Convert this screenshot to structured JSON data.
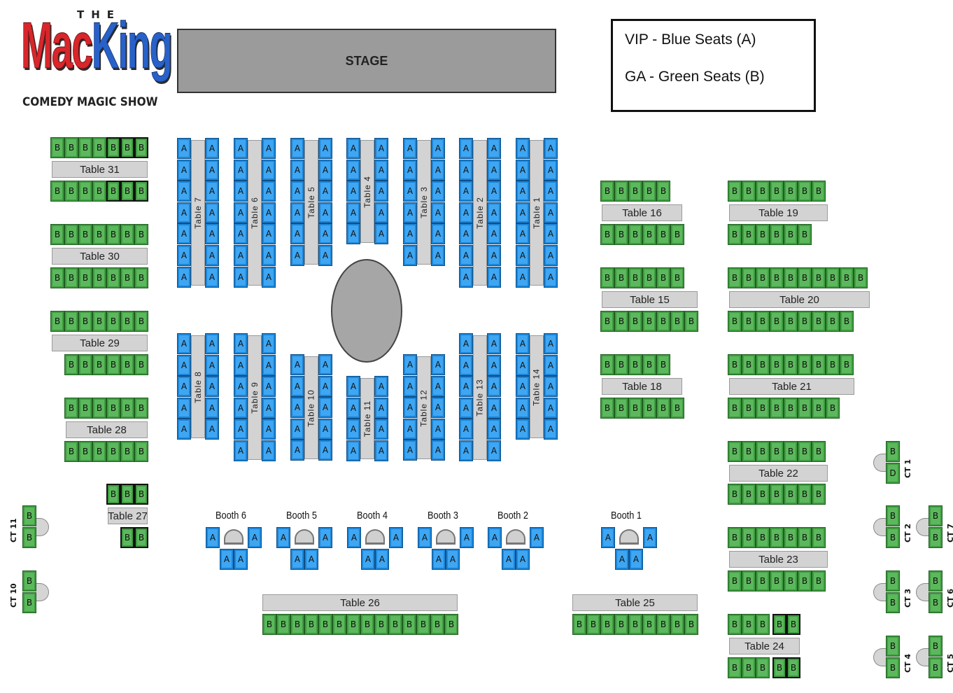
{
  "logo": {
    "the": "THE",
    "mac": "Mac",
    "king": "King",
    "subtitle": "COMEDY MAGIC SHOW"
  },
  "stage": {
    "label": "STAGE"
  },
  "legend": {
    "vip": "VIP - Blue Seats (A)",
    "ga": "GA - Green Seats (B)"
  },
  "colors": {
    "vip_seat": "#3ea6f2",
    "ga_seat": "#5cb85c",
    "label_bar": "#d3d3d3",
    "stage": "#9b9b9b"
  },
  "seat_letters": {
    "vip": "A",
    "ga": "B",
    "ga_alt": "D"
  },
  "tables": {
    "t1": "Table 1",
    "t2": "Table 2",
    "t3": "Table 3",
    "t4": "Table 4",
    "t5": "Table 5",
    "t6": "Table 6",
    "t7": "Table 7",
    "t8": "Table 8",
    "t9": "Table 9",
    "t10": "Table 10",
    "t11": "Table 11",
    "t12": "Table 12",
    "t13": "Table 13",
    "t14": "Table 14",
    "t15": "Table 15",
    "t16": "Table 16",
    "t18": "Table 18",
    "t19": "Table 19",
    "t20": "Table 20",
    "t21": "Table 21",
    "t22": "Table 22",
    "t23": "Table 23",
    "t24": "Table 24",
    "t25": "Table 25",
    "t26": "Table 26",
    "t27": "Table 27",
    "t28": "Table 28",
    "t29": "Table 29",
    "t30": "Table 30",
    "t31": "Table 31"
  },
  "booths": {
    "b1": "Booth 1",
    "b2": "Booth 2",
    "b3": "Booth 3",
    "b4": "Booth 4",
    "b5": "Booth 5",
    "b6": "Booth 6"
  },
  "cocktail_tables": {
    "ct1": "CT 1",
    "ct2": "CT 2",
    "ct3": "CT 3",
    "ct4": "CT 4",
    "ct5": "CT 5",
    "ct6": "CT 6",
    "ct7": "CT 7",
    "ct10": "CT 10",
    "ct11": "CT 11"
  }
}
